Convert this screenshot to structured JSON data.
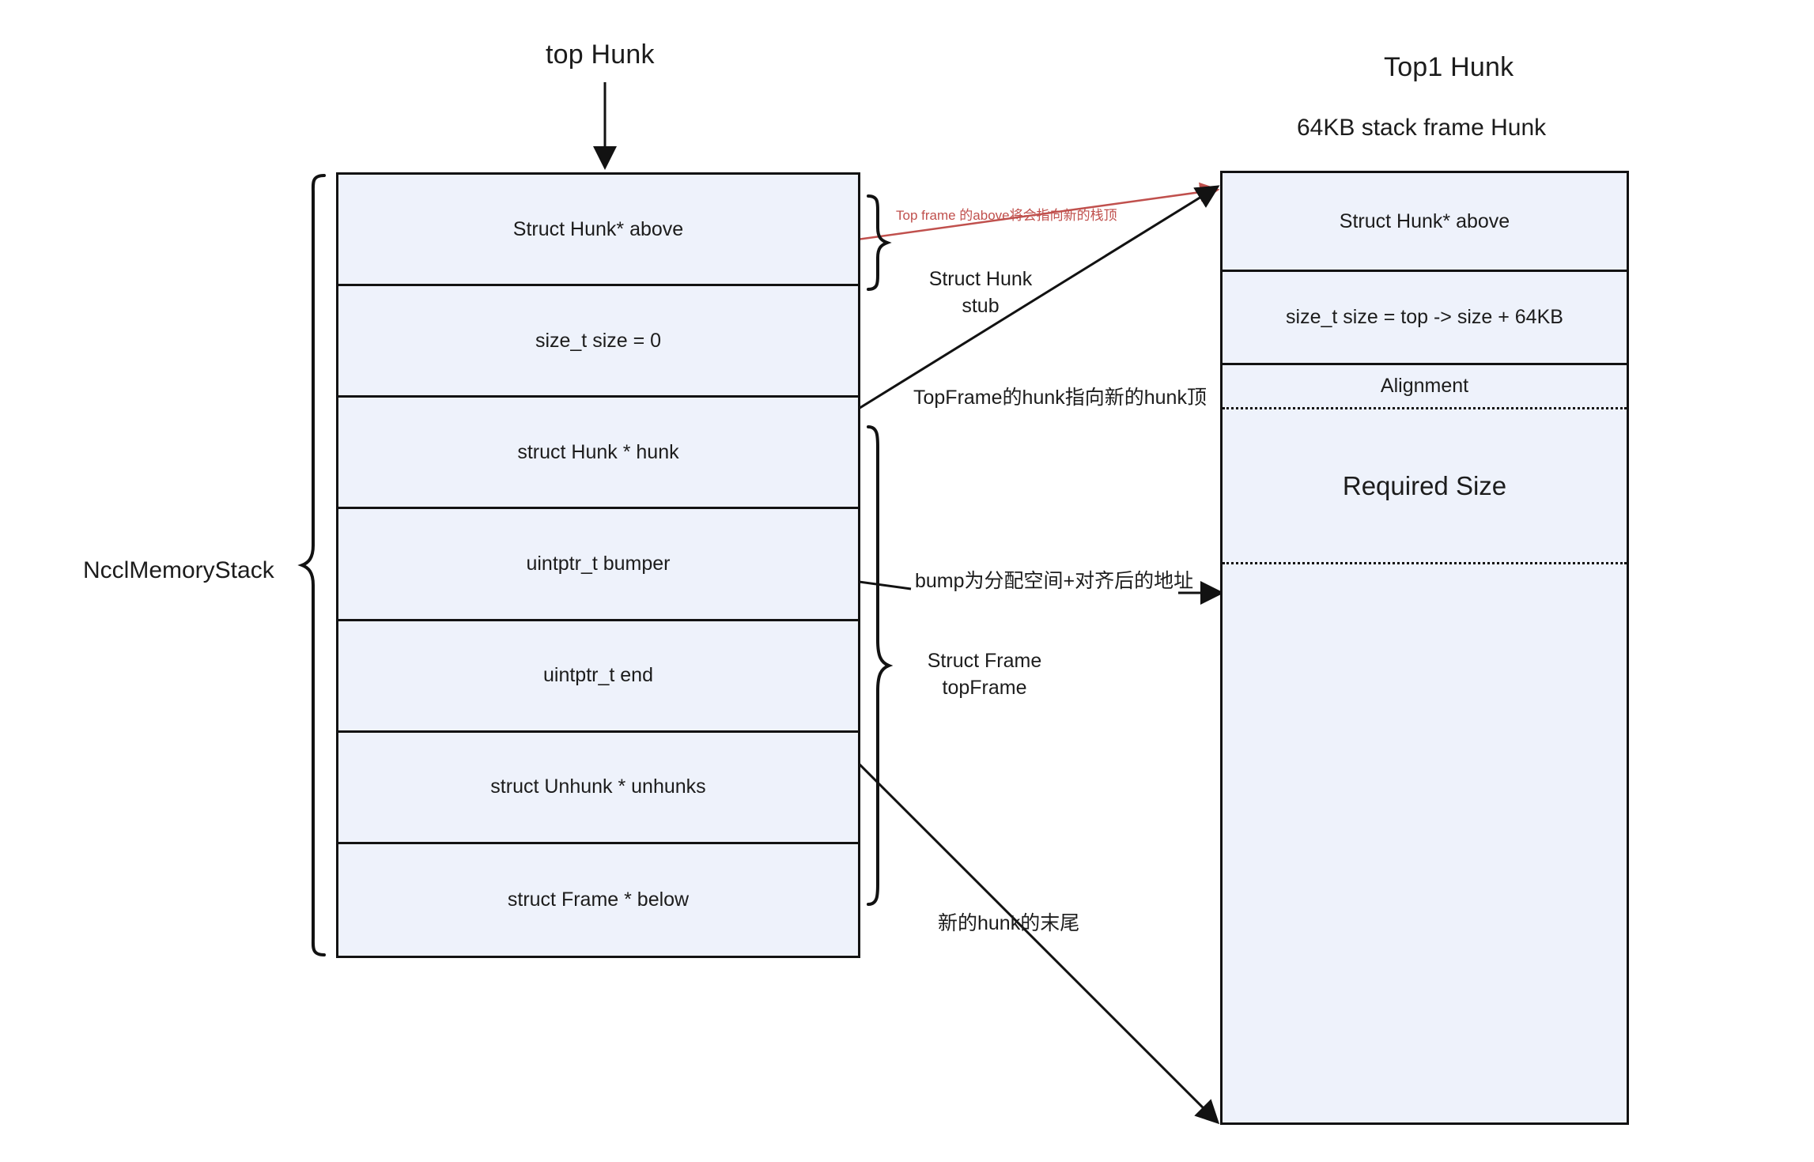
{
  "diagram": {
    "title_left": "top Hunk",
    "title_right": "Top1 Hunk",
    "subtitle_right": "64KB stack frame Hunk",
    "side_label_left": "NcclMemoryStack",
    "colors": {
      "cell_fill": "#eef2fb",
      "border": "#121212",
      "annotation_red": "#c0504d",
      "text": "#1c1c1c"
    }
  },
  "left_hunk": {
    "name": "top Hunk",
    "rows": [
      {
        "label": "Struct Hunk* above"
      },
      {
        "label": "size_t size = 0"
      },
      {
        "label": "struct Hunk * hunk"
      },
      {
        "label": "uintptr_t bumper"
      },
      {
        "label": "uintptr_t end"
      },
      {
        "label": "struct Unhunk * unhunks"
      },
      {
        "label": "struct Frame * below"
      }
    ]
  },
  "right_hunk": {
    "name": "Top1 Hunk",
    "rows": [
      {
        "label": "Struct Hunk* above"
      },
      {
        "label": "size_t size = top -> size + 64KB"
      },
      {
        "label": "Alignment"
      },
      {
        "label": "Required Size"
      },
      {
        "label": ""
      }
    ]
  },
  "brace_labels": {
    "hunk_stub": "Struct Hunk\nstub",
    "top_frame": "Struct Frame\ntopFrame"
  },
  "annotations": [
    {
      "id": "top-frame-above",
      "text": "Top frame 的above将会指向新的栈顶",
      "color": "#c0504d"
    },
    {
      "id": "topframe-hunk",
      "text": "TopFrame的hunk指向新的hunk顶"
    },
    {
      "id": "bump-addr",
      "text": "bump为分配空间+对齐后的地址"
    },
    {
      "id": "new-hunk-end",
      "text": "新的hunk的末尾"
    }
  ]
}
